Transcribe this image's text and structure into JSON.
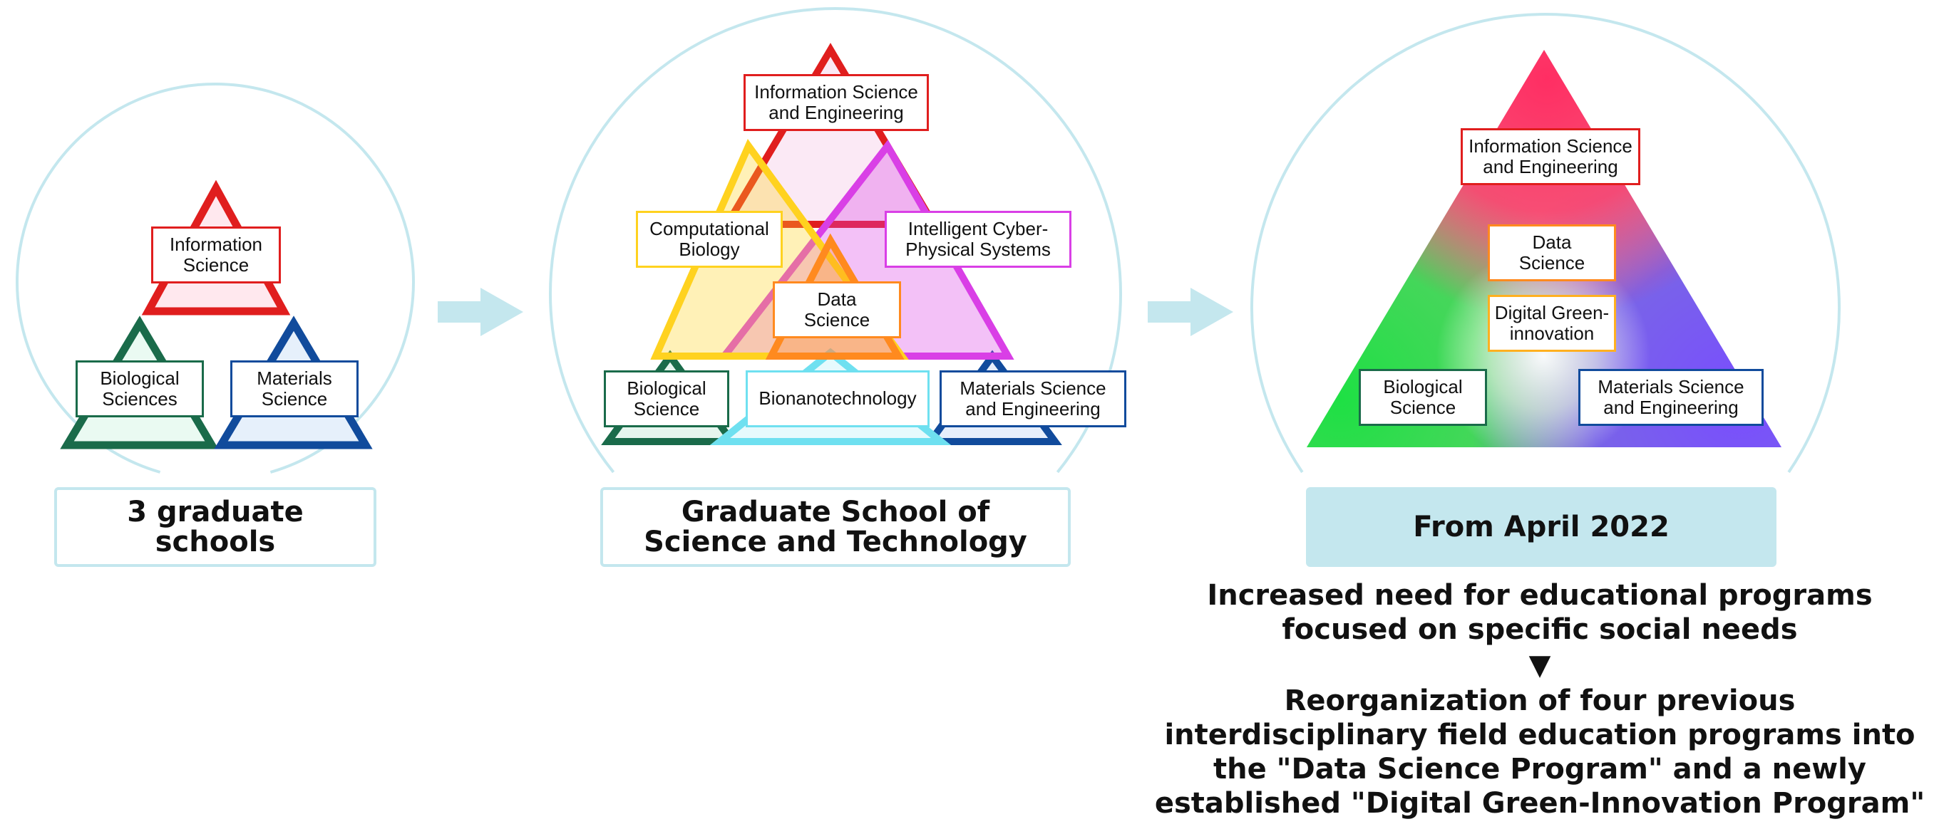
{
  "colors": {
    "info": "#e01e1e",
    "bio": "#1a6b4a",
    "mat": "#114b9c",
    "yellow": "#ffd21f",
    "magenta": "#d93fe6",
    "orange": "#ff8a1f",
    "cyan": "#6fe0f0",
    "bubble": "#c4e7ee"
  },
  "left": {
    "labels": {
      "info": "Information\nScience",
      "bio": "Biological\nSciences",
      "mat": "Materials\nScience"
    },
    "caption": "3 graduate\nschools"
  },
  "middle": {
    "labels": {
      "info": "Information Science\nand Engineering",
      "comp": "Computational\nBiology",
      "cps": "Intelligent Cyber-\nPhysical Systems",
      "data": "Data\nScience",
      "bio": "Biological\nScience",
      "nano": "Bionanotechnology",
      "mat": "Materials Science\nand Engineering"
    },
    "caption": "Graduate School of\nScience and Technology"
  },
  "right": {
    "labels": {
      "info": "Information Science\nand Engineering",
      "data": "Data\nScience",
      "green": "Digital Green-\ninnovation",
      "bio": "Biological\nScience",
      "mat": "Materials Science\nand Engineering"
    },
    "caption": "From April 2022"
  },
  "notes": {
    "need": "Increased need for educational programs\nfocused on specific social needs",
    "arrow": "▼",
    "reorg": "Reorganization of four previous\ninterdisciplinary field education programs into\nthe \"Data Science Program\" and a newly\nestablished \"Digital Green-Innovation Program\""
  }
}
